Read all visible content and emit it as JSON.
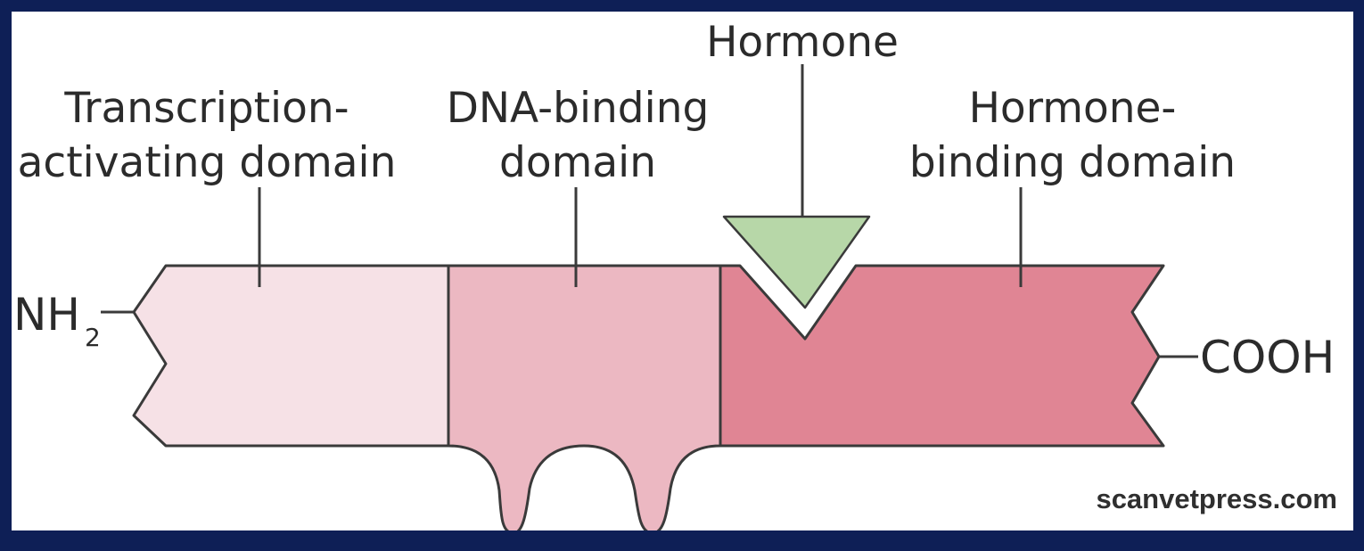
{
  "diagram": {
    "labels": {
      "hormone": "Hormone",
      "transcription_line1": "Transcription-",
      "transcription_line2": "activating domain",
      "dna_line1": "DNA-binding",
      "dna_line2": "domain",
      "hormone_binding_line1": "Hormone-",
      "hormone_binding_line2": "binding domain",
      "n_terminus": "NH",
      "n_terminus_subscript": "2",
      "c_terminus": "COOH"
    },
    "credit": "scanvetpress.com",
    "colors": {
      "frame": "#0e1f56",
      "panel": "#ffffff",
      "transcription_domain": "#f6e1e6",
      "dna_binding_domain": "#ecb8c2",
      "hormone_binding_domain": "#e08594",
      "hormone": "#b7d7a8",
      "outline": "#3a3a3a"
    }
  }
}
